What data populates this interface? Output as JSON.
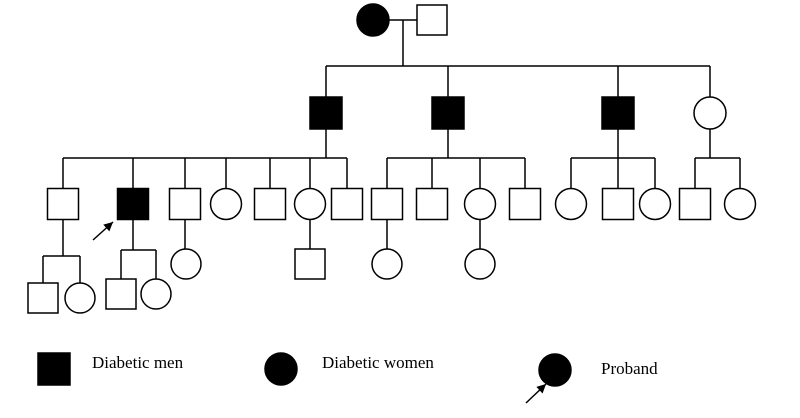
{
  "colors": {
    "affected": "#000000",
    "unaffected": "#ffffff",
    "line": "#000000"
  },
  "legend": {
    "diabetic_men": "Diabetic men",
    "diabetic_women": "Diabetic women",
    "proband": "Proband"
  },
  "pedigree": {
    "individuals": [
      {
        "id": "I-1",
        "sex": "female",
        "affected": true
      },
      {
        "id": "I-2",
        "sex": "male",
        "affected": false
      },
      {
        "id": "II-1",
        "sex": "male",
        "affected": true
      },
      {
        "id": "II-2",
        "sex": "male",
        "affected": true
      },
      {
        "id": "II-3",
        "sex": "male",
        "affected": true
      },
      {
        "id": "II-4",
        "sex": "female",
        "affected": false
      },
      {
        "id": "III-1",
        "sex": "male",
        "affected": false
      },
      {
        "id": "III-2",
        "sex": "male",
        "affected": true,
        "proband": true
      },
      {
        "id": "III-3",
        "sex": "male",
        "affected": false
      },
      {
        "id": "III-4",
        "sex": "female",
        "affected": false
      },
      {
        "id": "III-5",
        "sex": "male",
        "affected": false
      },
      {
        "id": "III-6",
        "sex": "female",
        "affected": false
      },
      {
        "id": "III-7",
        "sex": "male",
        "affected": false
      },
      {
        "id": "III-8",
        "sex": "male",
        "affected": false
      },
      {
        "id": "III-9",
        "sex": "male",
        "affected": false
      },
      {
        "id": "III-10",
        "sex": "female",
        "affected": false
      },
      {
        "id": "III-11",
        "sex": "male",
        "affected": false
      },
      {
        "id": "III-12",
        "sex": "female",
        "affected": false
      },
      {
        "id": "III-13",
        "sex": "male",
        "affected": false
      },
      {
        "id": "III-14",
        "sex": "female",
        "affected": false
      },
      {
        "id": "III-15",
        "sex": "male",
        "affected": false
      },
      {
        "id": "III-16",
        "sex": "female",
        "affected": false
      },
      {
        "id": "IV-1",
        "sex": "male",
        "affected": false
      },
      {
        "id": "IV-2",
        "sex": "female",
        "affected": false
      },
      {
        "id": "IV-3",
        "sex": "male",
        "affected": false
      },
      {
        "id": "IV-4",
        "sex": "female",
        "affected": false
      },
      {
        "id": "IV-5",
        "sex": "female",
        "affected": false
      },
      {
        "id": "IV-6",
        "sex": "male",
        "affected": false
      },
      {
        "id": "IV-7",
        "sex": "female",
        "affected": false
      },
      {
        "id": "IV-8",
        "sex": "female",
        "affected": false
      }
    ]
  }
}
